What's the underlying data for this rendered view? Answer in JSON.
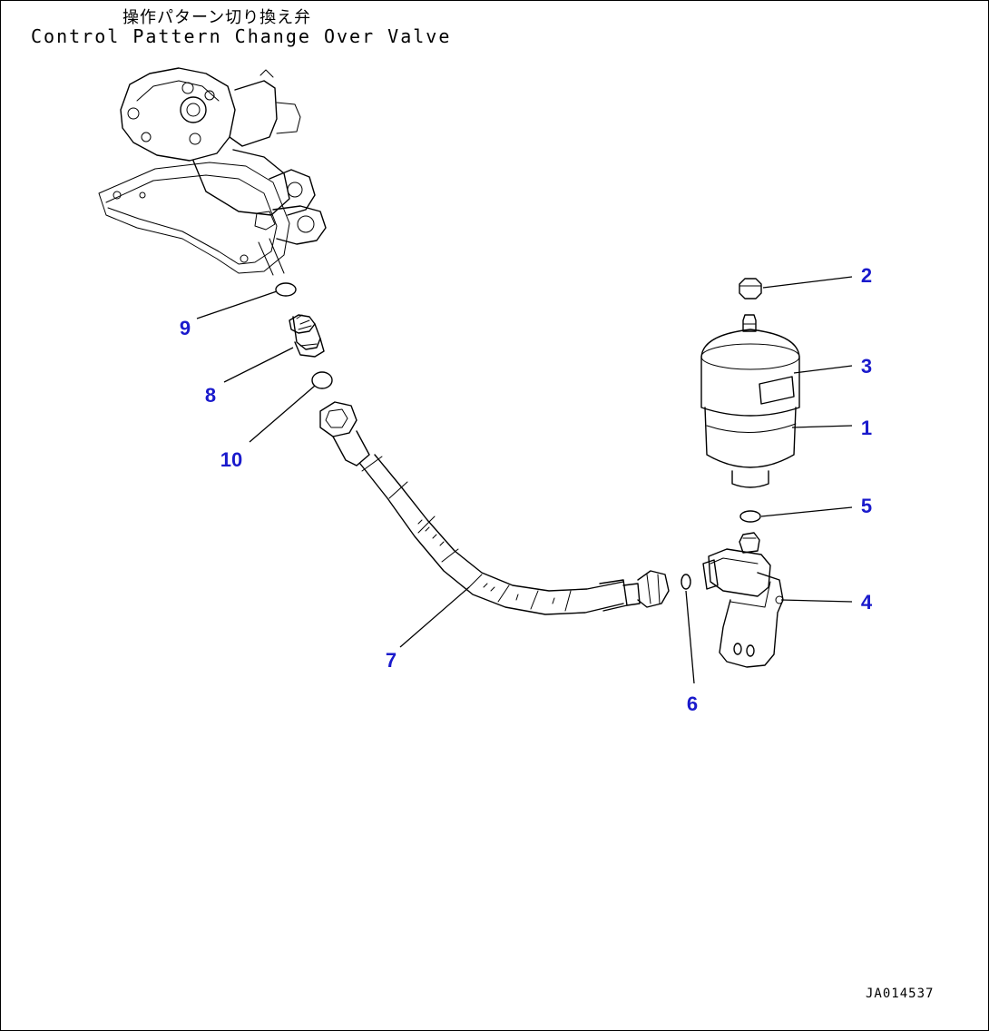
{
  "title": {
    "japanese": "操作パターン切り換え弁",
    "english": "Control Pattern Change Over Valve"
  },
  "drawing_number": "JA014537",
  "callouts": [
    {
      "id": "callout-1",
      "label": "1"
    },
    {
      "id": "callout-2",
      "label": "2"
    },
    {
      "id": "callout-3",
      "label": "3"
    },
    {
      "id": "callout-4",
      "label": "4"
    },
    {
      "id": "callout-5",
      "label": "5"
    },
    {
      "id": "callout-6",
      "label": "6"
    },
    {
      "id": "callout-7",
      "label": "7"
    },
    {
      "id": "callout-8",
      "label": "8"
    },
    {
      "id": "callout-9",
      "label": "9"
    },
    {
      "id": "callout-10",
      "label": "10"
    }
  ],
  "colors": {
    "line": "#000000",
    "callout": "#1a1acc",
    "background": "#ffffff"
  }
}
